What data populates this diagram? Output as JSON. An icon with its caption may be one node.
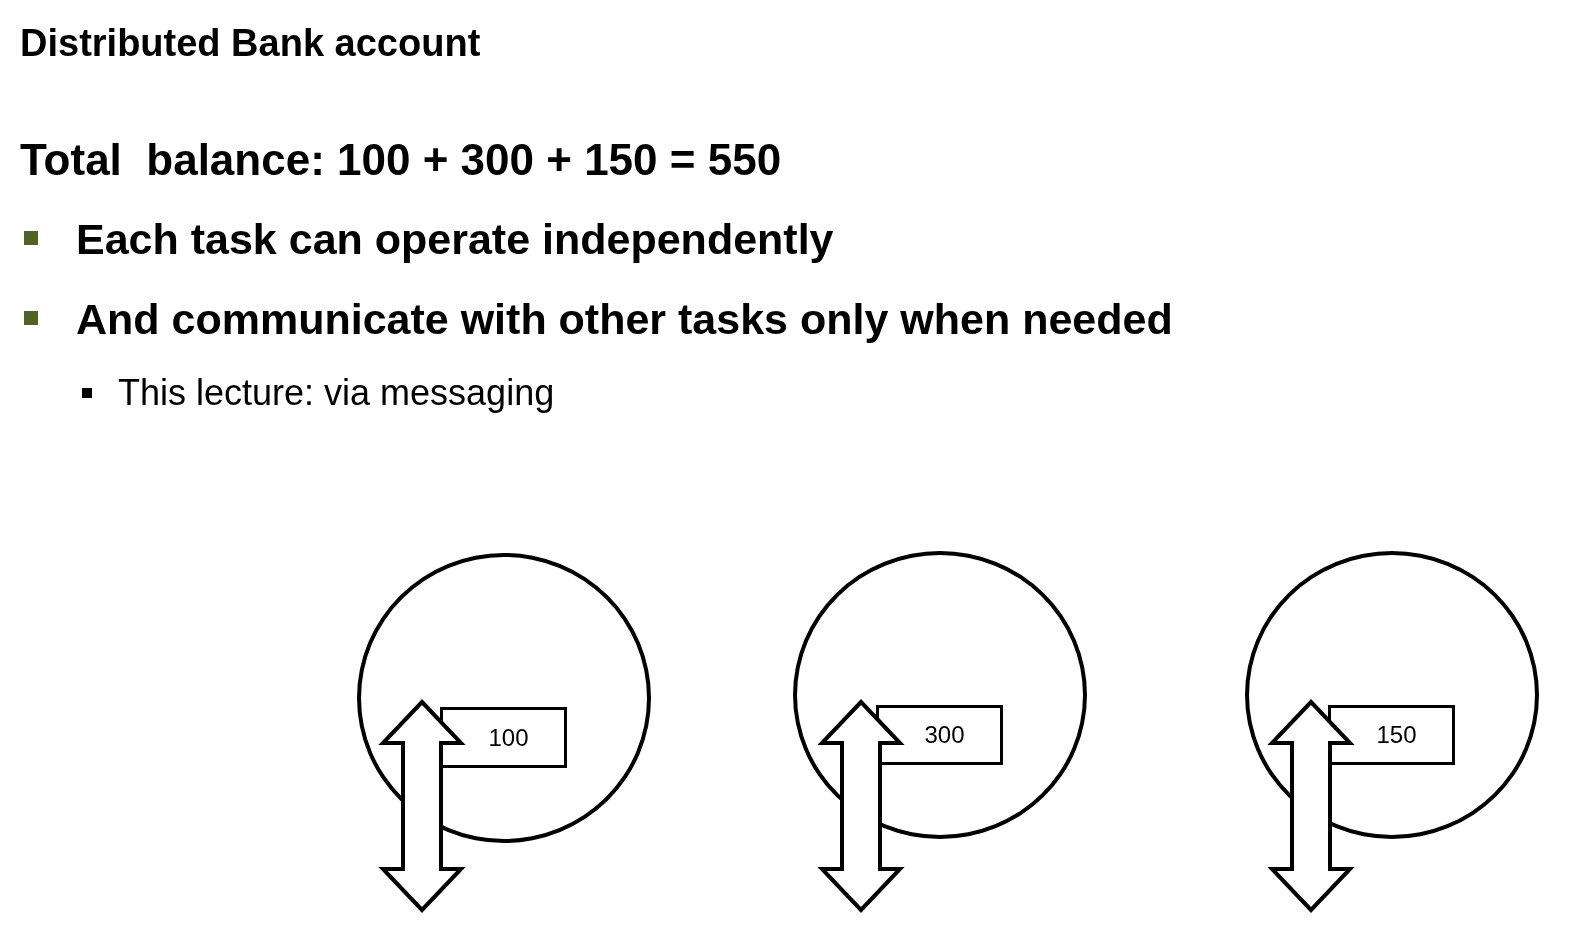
{
  "diagram": {
    "title": "Distributed Bank account",
    "nodes": [
      {
        "text": [],
        "shape": "circle"
      },
      {
        "text": [
          "100"
        ],
        "in": 0
      },
      {
        "text": [],
        "shape": "circle"
      },
      {
        "text": [
          "300"
        ],
        "in": 2
      },
      {
        "text": [],
        "shape": "circle"
      },
      {
        "text": [
          "150"
        ],
        "in": 4
      }
    ],
    "edges": [],
    "labels": [
      "Total  balance: 100 + 300 + 150 = 550",
      "Each task can operate independently",
      "And communicate with other tasks only when needed",
      "This lecture: via messaging"
    ]
  }
}
